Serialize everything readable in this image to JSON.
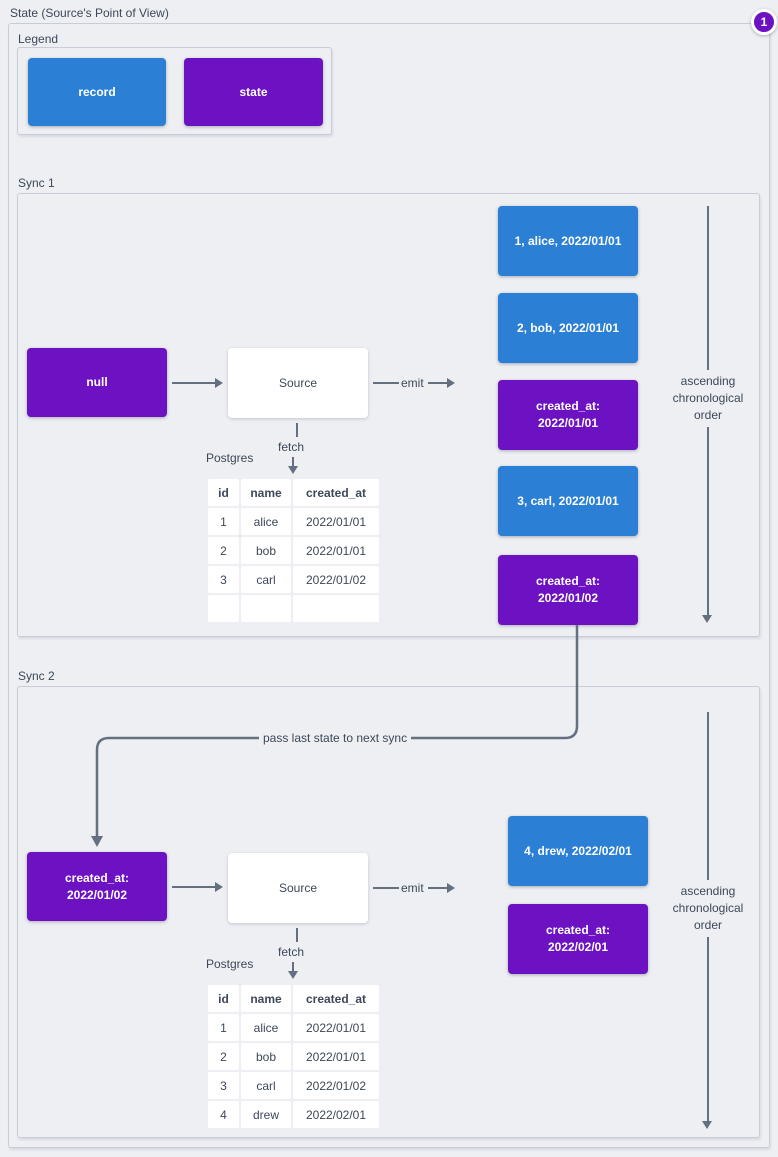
{
  "page": {
    "title": "State (Source's Point of View)"
  },
  "badge": {
    "value": "1"
  },
  "colors": {
    "record_blue": "#2b80d6",
    "state_purple": "#6d12c2",
    "badge_purple": "#6d12c2",
    "line_gray": "#64707f",
    "background": "#edeff3",
    "text_dark": "#3d4858",
    "frame_border": "#c7cdd7",
    "node_white": "#ffffff"
  },
  "legend": {
    "title": "Legend",
    "items": [
      {
        "type": "record",
        "label": "record"
      },
      {
        "type": "state",
        "label": "state"
      }
    ]
  },
  "connector": {
    "label": "pass last state to next sync"
  },
  "sync1": {
    "title": "Sync 1",
    "input_state": "null",
    "source_label": "Source",
    "emit_label": "emit",
    "fetch_label": "fetch",
    "db_label": "Postgres",
    "order_label": "ascending chronological order",
    "table": {
      "headers": [
        "id",
        "name",
        "created_at"
      ],
      "rows": [
        [
          "1",
          "alice",
          "2022/01/01"
        ],
        [
          "2",
          "bob",
          "2022/01/01"
        ],
        [
          "3",
          "carl",
          "2022/01/02"
        ],
        [
          "",
          "",
          ""
        ]
      ]
    },
    "emitted": [
      {
        "type": "record",
        "label": "1, alice, 2022/01/01"
      },
      {
        "type": "record",
        "label": "2, bob, 2022/01/01"
      },
      {
        "type": "state",
        "line1": "created_at:",
        "line2": "2022/01/01"
      },
      {
        "type": "record",
        "label": "3, carl, 2022/01/01"
      },
      {
        "type": "state",
        "line1": "created_at:",
        "line2": "2022/01/02"
      }
    ]
  },
  "sync2": {
    "title": "Sync 2",
    "input_state": {
      "line1": "created_at:",
      "line2": "2022/01/02"
    },
    "source_label": "Source",
    "emit_label": "emit",
    "fetch_label": "fetch",
    "db_label": "Postgres",
    "order_label": "ascending chronological order",
    "table": {
      "headers": [
        "id",
        "name",
        "created_at"
      ],
      "rows": [
        [
          "1",
          "alice",
          "2022/01/01"
        ],
        [
          "2",
          "bob",
          "2022/01/01"
        ],
        [
          "3",
          "carl",
          "2022/01/02"
        ],
        [
          "4",
          "drew",
          "2022/02/01"
        ]
      ]
    },
    "emitted": [
      {
        "type": "record",
        "label": "4, drew, 2022/02/01"
      },
      {
        "type": "state",
        "line1": "created_at:",
        "line2": "2022/02/01"
      }
    ]
  }
}
